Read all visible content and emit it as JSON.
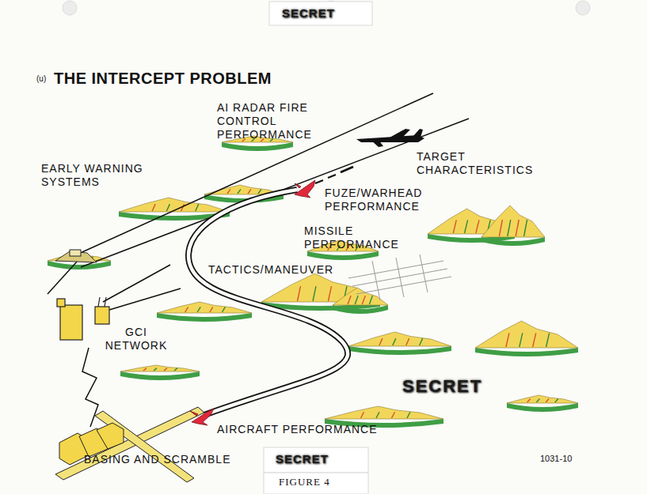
{
  "diagram": {
    "title": "THE INTERCEPT PROBLEM",
    "caption": "FIGURE 4",
    "labels": [
      "(u)",
      "SECRET",
      "AI RADAR FIRE CONTROL PERFORMANCE",
      "EARLY WARNING SYSTEMS",
      "TARGET CHARACTERISTICS",
      "FUZE/WARHEAD PERFORMANCE",
      "MISSILE PERFORMANCE",
      "TACTICS/MANEUVER",
      "GCI NETWORK",
      "SECRET",
      "AIRCRAFT PERFORMANCE",
      "BASING AND SCRAMBLE",
      "SECRET",
      "1031-10"
    ]
  }
}
